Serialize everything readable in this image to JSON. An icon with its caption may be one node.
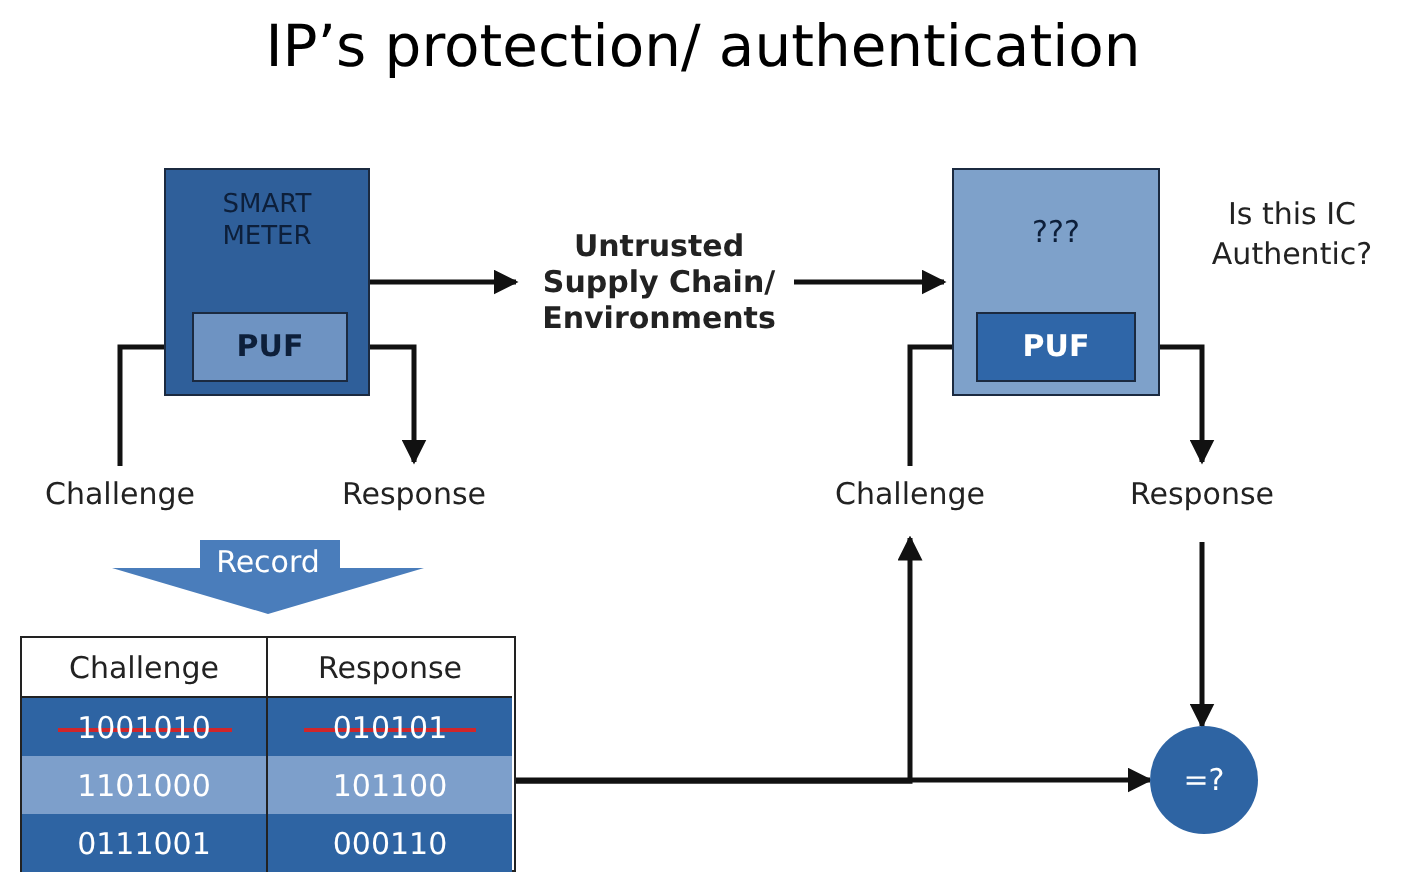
{
  "diagram": {
    "title": "IP’s protection/ authentication",
    "nodes": [
      {
        "text": [
          "SMART METER"
        ]
      },
      {
        "text": [
          "PUF"
        ],
        "in": 0
      },
      {
        "text": [
          "Challenge"
        ]
      },
      {
        "text": [
          "Response"
        ]
      },
      {
        "text": [
          "Untrusted Supply Chain/ Environments"
        ]
      },
      {
        "text": [
          "???"
        ],
        "beside": [
          "Is this IC Authentic?"
        ]
      },
      {
        "text": [
          "PUF"
        ],
        "in": 5
      },
      {
        "text": [
          "Challenge"
        ]
      },
      {
        "text": [
          "Response"
        ]
      },
      {
        "text": [
          "Record"
        ]
      },
      {
        "text": [],
        "shape": "table"
      },
      {
        "text": [
          "=?"
        ]
      }
    ],
    "edges": [
      {
        "from": 0,
        "to": 4,
        "arrow": "to"
      },
      {
        "from": 4,
        "to": 5,
        "arrow": "to"
      },
      {
        "from": 2,
        "to": 1,
        "arrow": "to"
      },
      {
        "from": 1,
        "to": 3,
        "arrow": "to"
      },
      {
        "from": 7,
        "to": 6,
        "arrow": "to"
      },
      {
        "from": 6,
        "to": 8,
        "arrow": "to"
      },
      {
        "from": 8,
        "to": 11,
        "arrow": "to"
      },
      {
        "from": 10,
        "to": 11,
        "arrow": "to"
      },
      {
        "from": 10,
        "to": 7,
        "arrow": "to"
      }
    ],
    "labels": [
      "Challenge",
      "Response",
      "1001010",
      "010101",
      "1101000",
      "101100",
      "0111001",
      "000110"
    ]
  }
}
